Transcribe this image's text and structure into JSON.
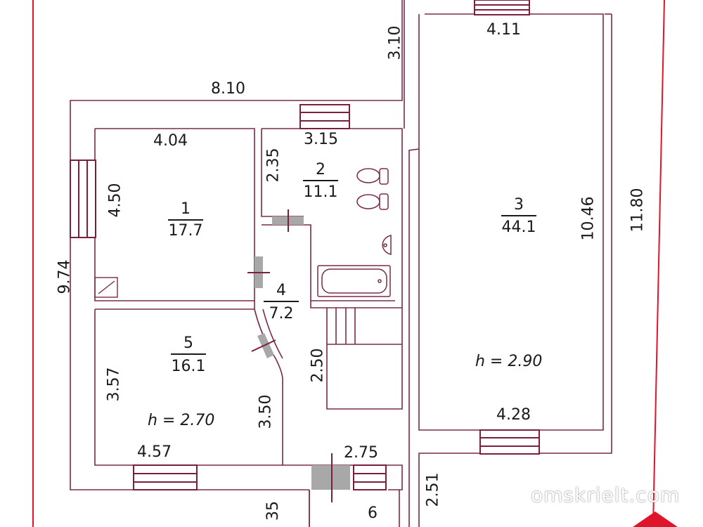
{
  "rooms": [
    {
      "number": "1",
      "area": "17.7"
    },
    {
      "number": "2",
      "area": "11.1"
    },
    {
      "number": "3",
      "area": "44.1"
    },
    {
      "number": "4",
      "area": "7.2"
    },
    {
      "number": "5",
      "area": "16.1"
    },
    {
      "number": "6"
    }
  ],
  "dimensions": {
    "d_310": "3.10",
    "d_411": "4.11",
    "d_810": "8.10",
    "d_404": "4.04",
    "d_315": "3.15",
    "d_235": "2.35",
    "d_450": "4.50",
    "d_1046": "10.46",
    "d_1180": "11.80",
    "d_974": "9.74",
    "d_250": "2.50",
    "d_357": "3.57",
    "d_350": "3.50",
    "d_428": "4.28",
    "d_457": "4.57",
    "d_275": "2.75",
    "d_251": "2.51",
    "d_35": "35"
  },
  "heights": {
    "left": "h = 2.70",
    "right": "h = 2.90"
  },
  "watermark": "omskrielt.com",
  "colors": {
    "wall": "#7a2a4a",
    "window": "#7a1f3d",
    "border": "#e0142a",
    "door": "#a8a8a8"
  }
}
